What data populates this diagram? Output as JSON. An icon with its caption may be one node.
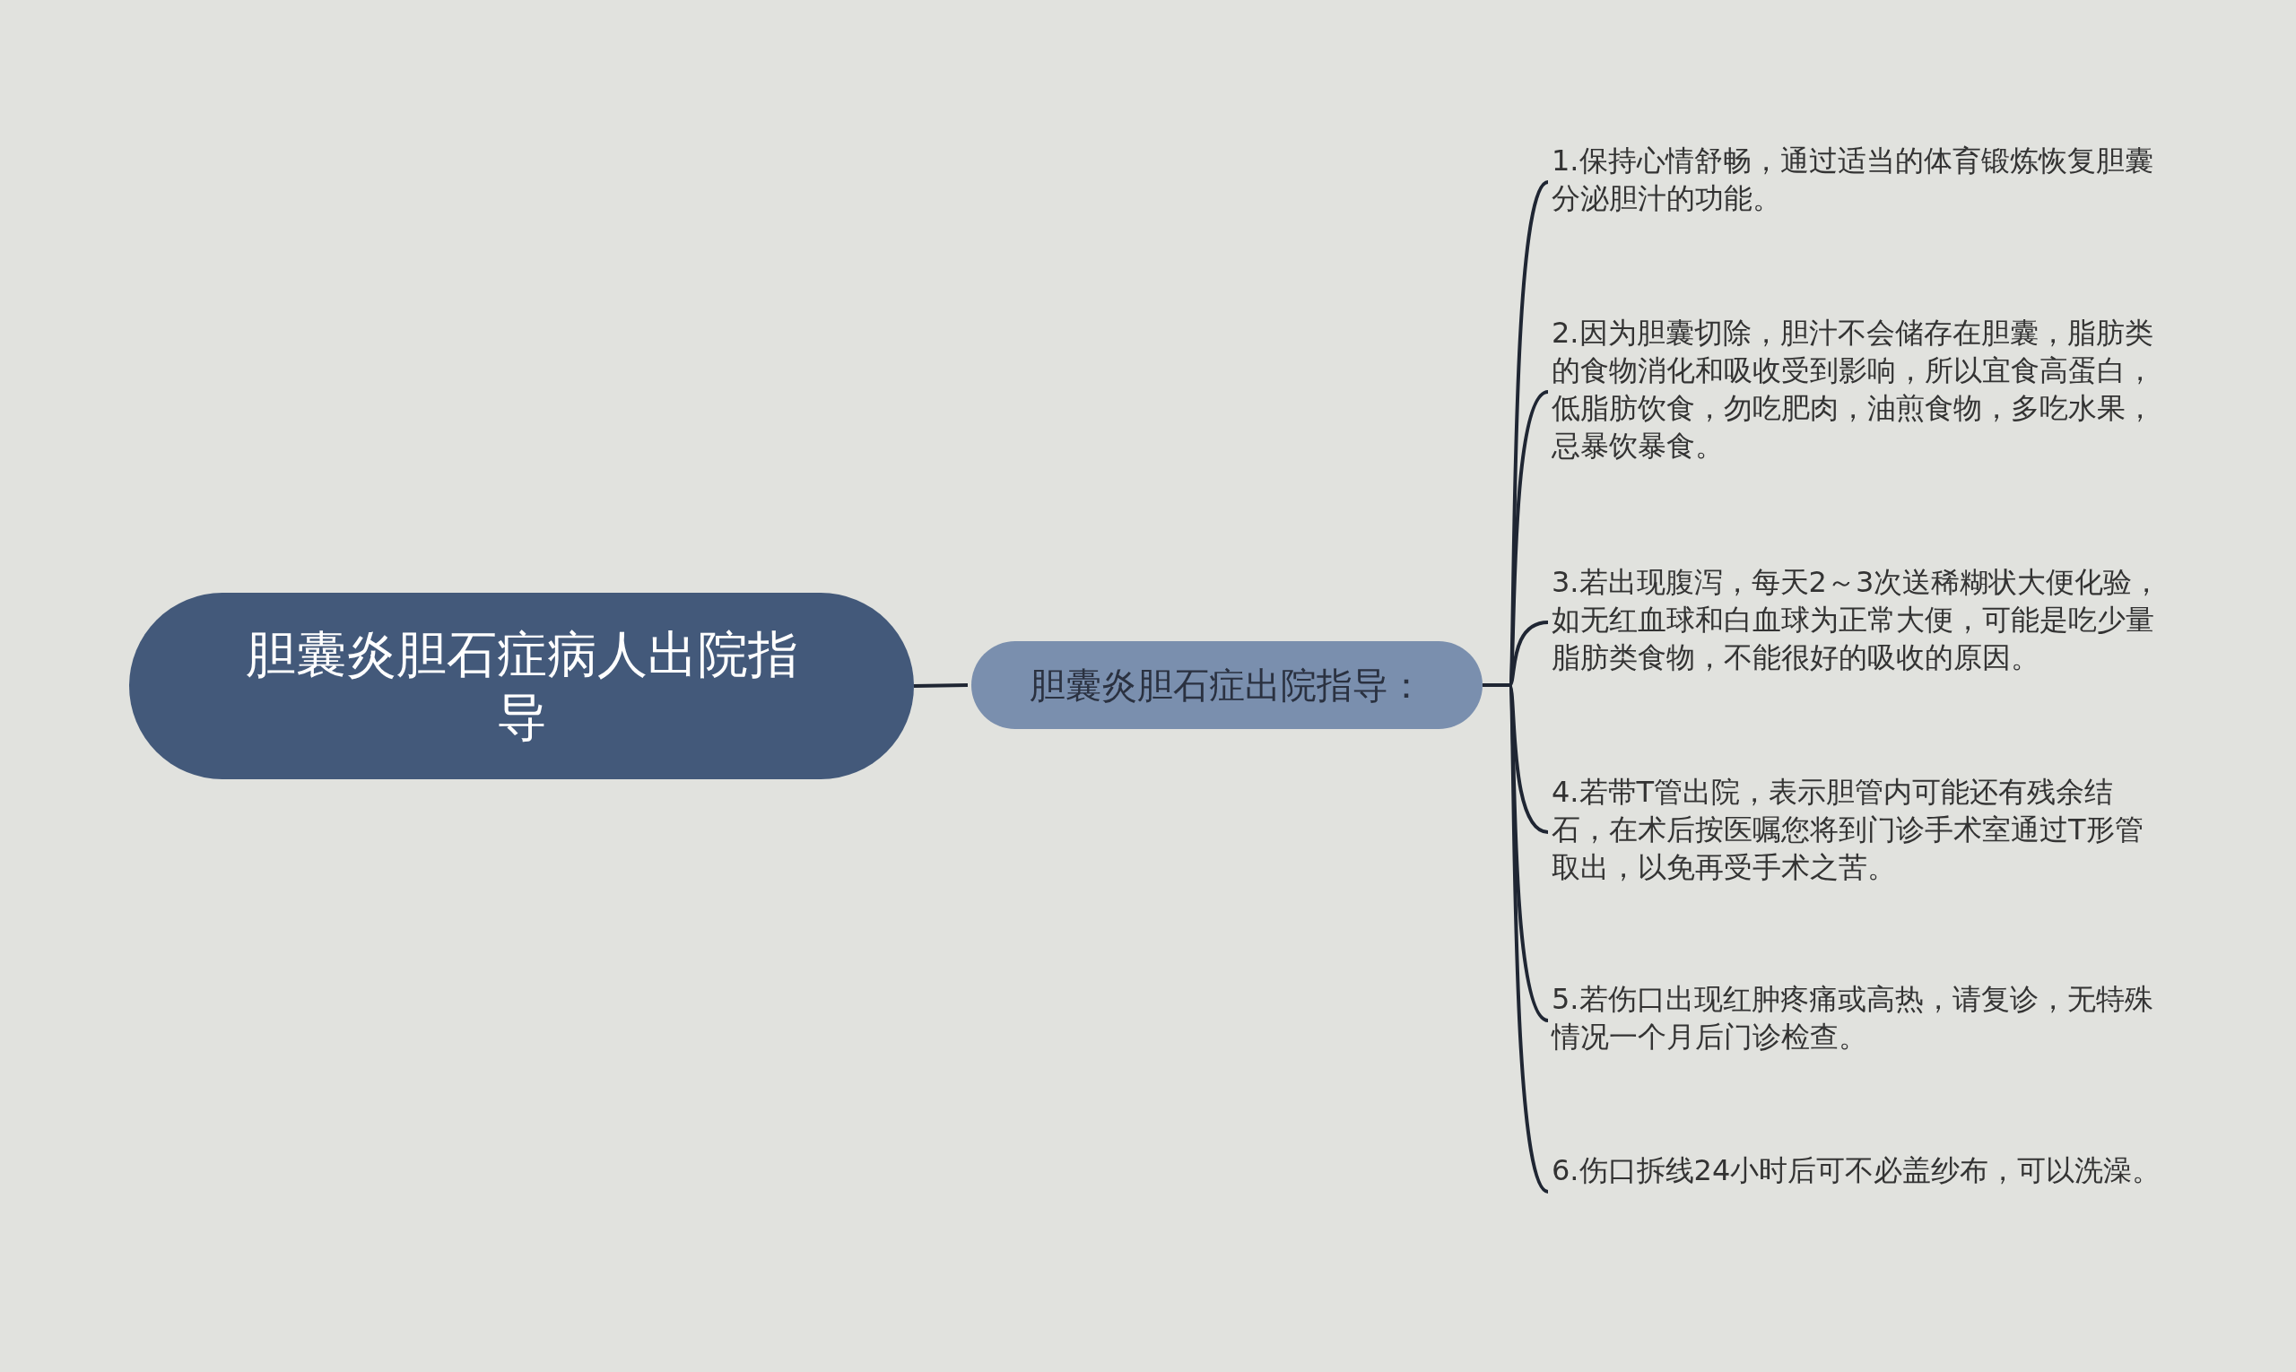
{
  "diagram": {
    "nodes": [
      {
        "text": [
          "胆囊炎胆石症病人出院指导"
        ]
      },
      {
        "text": [
          "胆囊炎胆石症出院指导："
        ]
      },
      {
        "text": [
          "1.保持心情舒畅，通过适当的体育锻炼恢复胆囊分泌胆汁的功能。"
        ]
      },
      {
        "text": [
          "2.因为胆囊切除，胆汁不会储存在胆囊，脂肪类的食物消化和吸收受到影响，所以宜食高蛋白，低脂肪饮食，勿吃肥肉，油煎食物，多吃水果，忌暴饮暴食。"
        ]
      },
      {
        "text": [
          "3.若出现腹泻，每天2～3次送稀糊状大便化验，如无红血球和白血球为正常大便，可能是吃少量脂肪类食物，不能很好的吸收的原因。"
        ]
      },
      {
        "text": [
          "4.若带T管出院，表示胆管内可能还有残余结石，在术后按医嘱您将到门诊手术室通过T形管取出，以免再受手术之苦。"
        ]
      },
      {
        "text": [
          "5.若伤口出现红肿疼痛或高热，请复诊，无特殊情况一个月后门诊检查。"
        ]
      },
      {
        "text": [
          "6.伤口拆线24小时后可不必盖纱布，可以洗澡。"
        ]
      }
    ],
    "edges": [
      {
        "from": 0,
        "to": 1,
        "arrow": "none"
      },
      {
        "from": 1,
        "to": 2,
        "arrow": "none"
      },
      {
        "from": 1,
        "to": 3,
        "arrow": "none"
      },
      {
        "from": 1,
        "to": 4,
        "arrow": "none"
      },
      {
        "from": 1,
        "to": 5,
        "arrow": "none"
      },
      {
        "from": 1,
        "to": 6,
        "arrow": "none"
      },
      {
        "from": 1,
        "to": 7,
        "arrow": "none"
      }
    ]
  }
}
